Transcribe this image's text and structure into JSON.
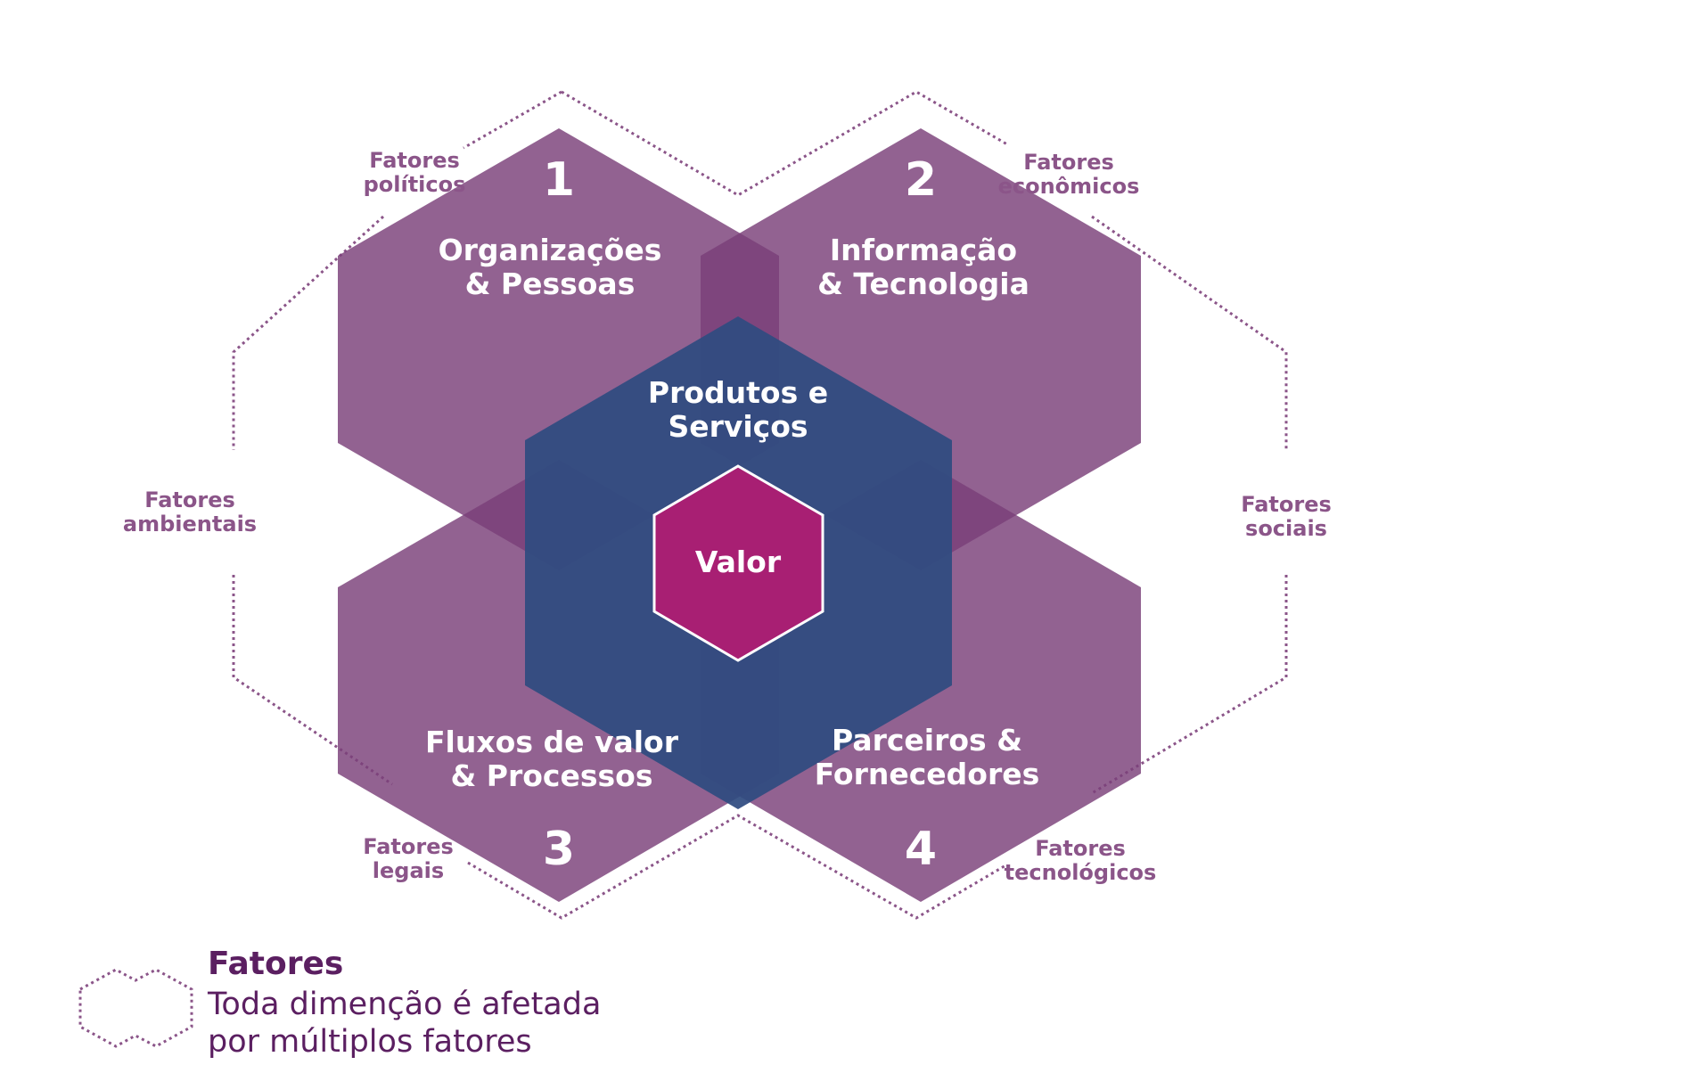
{
  "dimensions": [
    {
      "number": "1",
      "line1": "Organizações",
      "line2": "& Pessoas"
    },
    {
      "number": "2",
      "line1": "Informação",
      "line2": "& Tecnologia"
    },
    {
      "number": "3",
      "line1": "Fluxos de valor",
      "line2": "& Processos"
    },
    {
      "number": "4",
      "line1": "Parceiros &",
      "line2": "Fornecedores"
    }
  ],
  "center": {
    "line1": "Produtos e",
    "line2": "Serviços",
    "core": "Valor"
  },
  "factors": {
    "politicos": [
      "Fatores",
      "políticos"
    ],
    "economicos": [
      "Fatores",
      "econômicos"
    ],
    "ambientais": [
      "Fatores",
      "ambientais"
    ],
    "sociais": [
      "Fatores",
      "sociais"
    ],
    "legais": [
      "Fatores",
      "legais"
    ],
    "tecnologicos": [
      "Fatores",
      "tecnológicos"
    ]
  },
  "legend": {
    "title": "Fatores",
    "line1": "Toda dimenção é afetada",
    "line2": "por múltiplos fatores"
  },
  "colors": {
    "dimension_fill": "#7a3f79",
    "overlap_fill": "#6a2a66",
    "center_fill": "#2f4b80",
    "core_fill": "#a81f73",
    "factor_text": "#8b5589",
    "legend_text": "#5b1f61"
  }
}
